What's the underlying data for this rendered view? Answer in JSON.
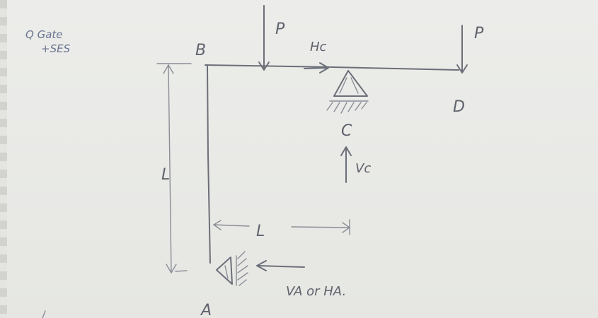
{
  "note": {
    "line1": "Q Gate",
    "line2": "+SES"
  },
  "labels": {
    "point_b": "B",
    "point_a": "A",
    "point_c": "C",
    "point_d": "D",
    "load_p1": "P",
    "load_p2": "P",
    "reaction_hc": "Hc",
    "reaction_vc": "Vc",
    "reaction_a": "VA or HA.",
    "length_vertical": "L",
    "length_horizontal": "L"
  }
}
